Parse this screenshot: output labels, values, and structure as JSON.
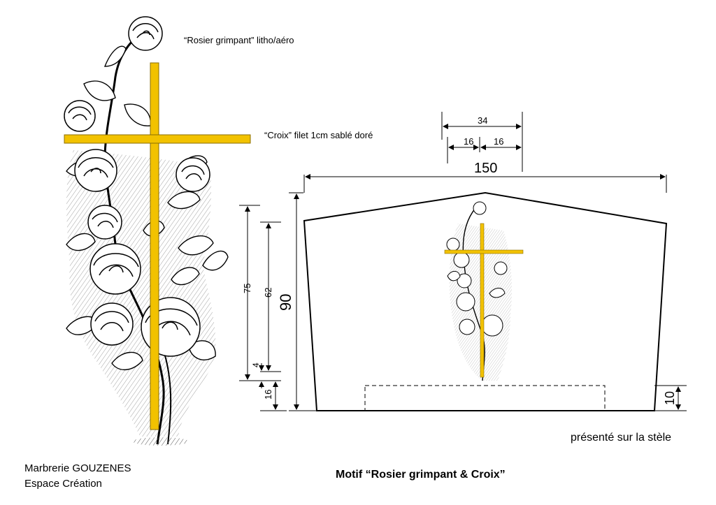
{
  "labels": {
    "rosier_note": "“Rosier grimpant” litho/aéro",
    "croix_note": "“Croix” filet 1cm sablé doré",
    "presented": "présenté sur la stèle",
    "company_line1": "Marbrerie GOUZENES",
    "company_line2": "Espace Création",
    "motif_title": "Motif “Rosier grimpant & Croix”"
  },
  "dimensions": {
    "arm_total": "34",
    "arm_left": "16",
    "arm_right": "16",
    "stele_width": "150",
    "stele_height": "90",
    "cross_total": "75",
    "cross_upright": "62",
    "gap_small": "4",
    "base_offset": "16",
    "base_zone": "10"
  },
  "colors": {
    "gold": "#f2c200",
    "gold_edge": "#8a6d00",
    "line": "#000000",
    "leaf": "#ffffff"
  }
}
